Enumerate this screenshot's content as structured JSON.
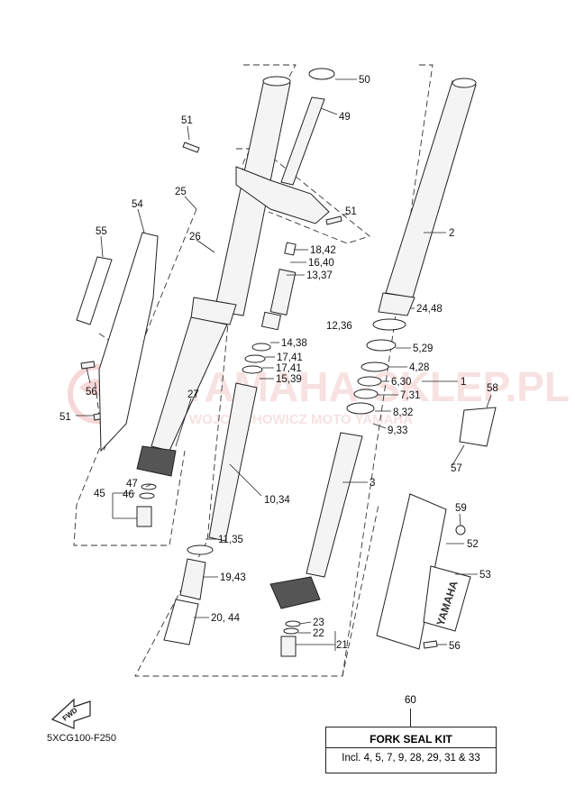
{
  "diagram_code": "5XCG100-F250",
  "fwd_label": "FWD",
  "watermark": {
    "brand": "YAMAHA-SKLEP.PL",
    "subtitle": "WOJCIECHOWICZ MOTO YAMAHA"
  },
  "kit": {
    "ref": "60",
    "title": "FORK SEAL KIT",
    "description": "Incl. 4, 5, 7, 9, 28, 29, 31 & 33"
  },
  "callouts": [
    {
      "id": "c50",
      "text": "50"
    },
    {
      "id": "c49",
      "text": "49"
    },
    {
      "id": "c51a",
      "text": "51"
    },
    {
      "id": "c25",
      "text": "25"
    },
    {
      "id": "c54",
      "text": "54"
    },
    {
      "id": "c55",
      "text": "55"
    },
    {
      "id": "c26",
      "text": "26"
    },
    {
      "id": "c51b",
      "text": "51"
    },
    {
      "id": "c2",
      "text": "2"
    },
    {
      "id": "c1842",
      "text": "18,42"
    },
    {
      "id": "c1640",
      "text": "16,40"
    },
    {
      "id": "c1337",
      "text": "13,37"
    },
    {
      "id": "c1236",
      "text": "12,36"
    },
    {
      "id": "c2448",
      "text": "24,48"
    },
    {
      "id": "c1438",
      "text": "14,38"
    },
    {
      "id": "c529",
      "text": "5,29"
    },
    {
      "id": "c1741a",
      "text": "17,41"
    },
    {
      "id": "c1741b",
      "text": "17,41"
    },
    {
      "id": "c428",
      "text": "4,28"
    },
    {
      "id": "c630",
      "text": "6,30"
    },
    {
      "id": "c1",
      "text": "1"
    },
    {
      "id": "c56a",
      "text": "56"
    },
    {
      "id": "c1539",
      "text": "15,39"
    },
    {
      "id": "c731",
      "text": "7,31"
    },
    {
      "id": "c58",
      "text": "58"
    },
    {
      "id": "c51c",
      "text": "51"
    },
    {
      "id": "c832",
      "text": "8,32"
    },
    {
      "id": "c933",
      "text": "9,33"
    },
    {
      "id": "c27",
      "text": "27"
    },
    {
      "id": "c57",
      "text": "57"
    },
    {
      "id": "c3",
      "text": "3"
    },
    {
      "id": "c47",
      "text": "47"
    },
    {
      "id": "c45",
      "text": "45"
    },
    {
      "id": "c46",
      "text": "46"
    },
    {
      "id": "c1034",
      "text": "10,34"
    },
    {
      "id": "c59",
      "text": "59"
    },
    {
      "id": "c1135",
      "text": "11,35"
    },
    {
      "id": "c52",
      "text": "52"
    },
    {
      "id": "c1943",
      "text": "19,43"
    },
    {
      "id": "c53",
      "text": "53"
    },
    {
      "id": "c2044",
      "text": "20, 44"
    },
    {
      "id": "c23",
      "text": "23"
    },
    {
      "id": "c22",
      "text": "22"
    },
    {
      "id": "c21",
      "text": "21"
    },
    {
      "id": "c56b",
      "text": "56"
    }
  ],
  "guard_brand": "YAMAHA"
}
